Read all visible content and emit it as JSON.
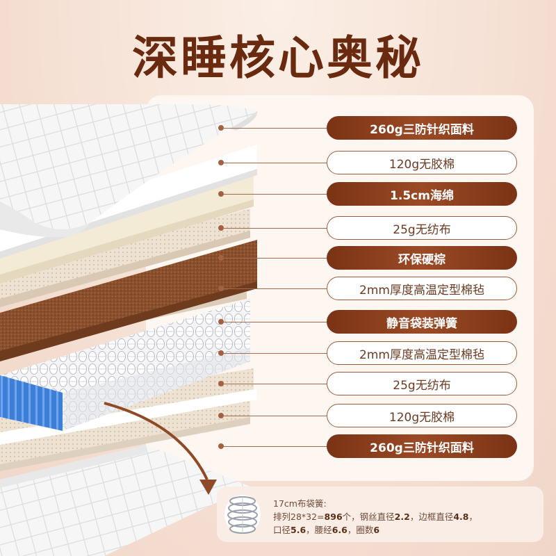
{
  "title": "深睡核心奥秘",
  "layers": [
    {
      "label": "260g三防针织面料",
      "style": "dark"
    },
    {
      "label": "120g无胶棉",
      "style": "light"
    },
    {
      "label": "1.5cm海绵",
      "style": "dark"
    },
    {
      "label": "25g无纺布",
      "style": "light"
    },
    {
      "label": "环保硬棕",
      "style": "dark"
    },
    {
      "label": "2mm厚度高温定型棉毡",
      "style": "light"
    },
    {
      "label": "静音袋装弹簧",
      "style": "dark"
    },
    {
      "label": "2mm厚度高温定型棉毡",
      "style": "light"
    },
    {
      "label": "25g无纺布",
      "style": "light"
    },
    {
      "label": "120g无胶棉",
      "style": "light"
    },
    {
      "label": "260g三防针织面料",
      "style": "dark"
    }
  ],
  "spring_info": {
    "line1": "17cm布袋簧:",
    "line2_prefix": "排列28*32=",
    "line2_count": "896",
    "line2_unit": "个，钢丝直径",
    "line2_wire": "2.2",
    "line2_frame_label": "，边框直径",
    "line2_frame": "4.8",
    "line2_end": "，",
    "line3_mouth_label": "口径",
    "line3_mouth": "5.6",
    "line3_waist_label": "，腰经",
    "line3_waist": "6.6",
    "line3_turns_label": "，圈数",
    "line3_turns": "6"
  },
  "colors": {
    "accent_dark": "#7a3315",
    "accent_border": "#9d5a3a",
    "title": "#6a2a0f"
  }
}
